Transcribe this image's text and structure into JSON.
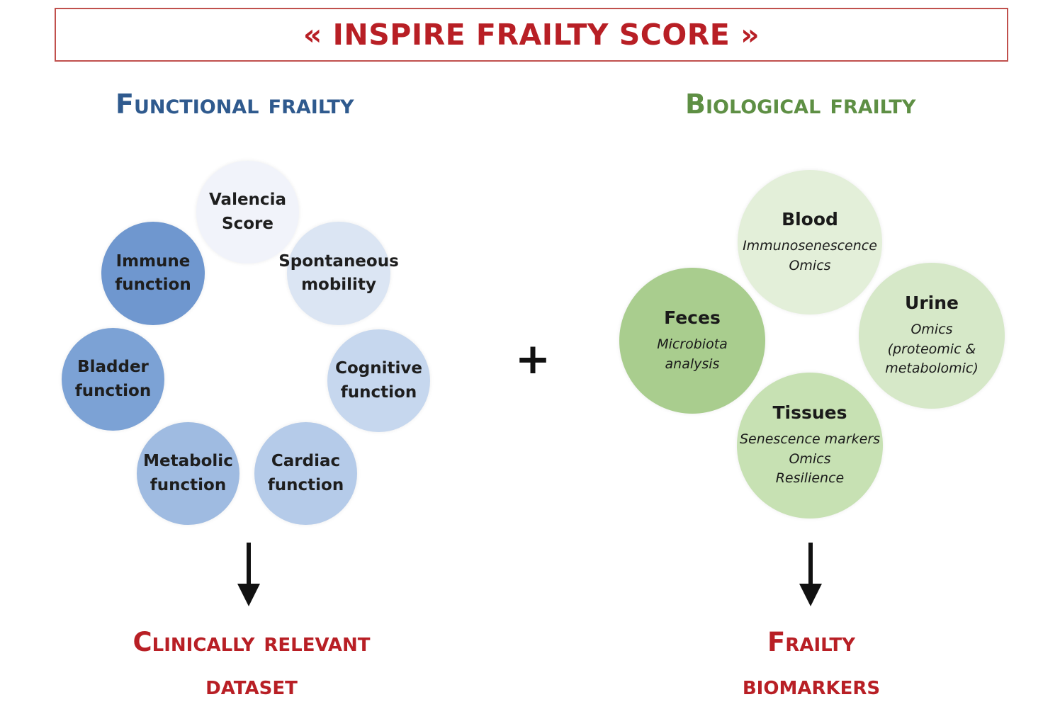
{
  "title": "« INSPIRE FRAILTY SCORE »",
  "functional": {
    "heading": "Functional frailty",
    "circles": [
      {
        "label": "Valencia\nScore",
        "color": "#f1f3fa"
      },
      {
        "label": "Spontaneous\nmobility",
        "color": "#dbe5f3"
      },
      {
        "label": "Cognitive\nfunction",
        "color": "#c6d7ee"
      },
      {
        "label": "Cardiac\nfunction",
        "color": "#b5cbe9"
      },
      {
        "label": "Metabolic\nfunction",
        "color": "#9fbbe1"
      },
      {
        "label": "Bladder\nfunction",
        "color": "#7ca2d5"
      },
      {
        "label": "Immune\nfunction",
        "color": "#6f97cf"
      }
    ],
    "outcome": [
      "Clinically relevant",
      "dataset"
    ]
  },
  "plus": "+",
  "biological": {
    "heading": "Biological frailty",
    "circles": [
      {
        "title": "Blood",
        "sub": "Immunosenescence\nOmics",
        "color": "#e3efd9"
      },
      {
        "title": "Urine",
        "sub": "Omics\n(proteomic &\nmetabolomic)",
        "color": "#d6e8c8"
      },
      {
        "title": "Feces",
        "sub": "Microbiota\nanalysis",
        "color": "#a9cd8e"
      },
      {
        "title": "Tissues",
        "sub": "Senescence markers\nOmics\nResilience",
        "color": "#c7e1b3"
      }
    ],
    "outcome": [
      "Frailty",
      "biomarkers"
    ]
  }
}
